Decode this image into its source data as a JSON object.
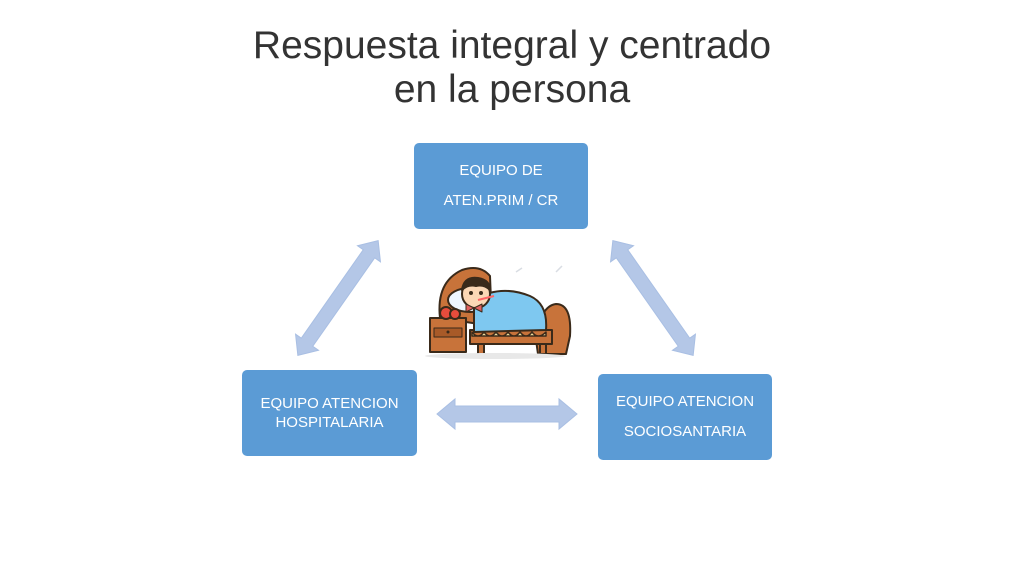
{
  "slide": {
    "title_line1": "Respuesta integral y centrado",
    "title_line2": "en la persona"
  },
  "boxes": {
    "top": {
      "line1": "EQUIPO DE",
      "line2": "ATEN.PRIM / CR"
    },
    "left": {
      "line1": "EQUIPO ATENCION",
      "line2": "HOSPITALARIA"
    },
    "right": {
      "line1": "EQUIPO ATENCION",
      "line2": "SOCIOSANTARIA"
    }
  },
  "colors": {
    "box_fill": "#5b9bd5",
    "arrow_fill": "#b4c7e7",
    "title_text": "#333333"
  },
  "icons": {
    "center": "patient-in-bed-illustration"
  }
}
